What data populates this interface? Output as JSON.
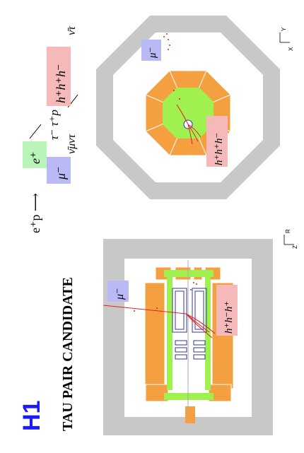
{
  "logo": "H1",
  "title": "TAU PAIR CANDIDATE",
  "reaction": {
    "initial": "e⁺p ⟶",
    "scattered_lepton": "e⁺",
    "tau_pair": "τ⁻  τ⁺p",
    "tau_minus_decay": "ν̄μντ",
    "tau_plus_decay": "ν̄τ",
    "muon_box": "μ⁻",
    "hadron_box": "h⁺h⁺h⁻"
  },
  "side_view": {
    "muon_label": "μ⁻",
    "hadron_label": "h⁺h⁻h⁺",
    "axis_labels": [
      "R",
      "Z"
    ]
  },
  "radial_view": {
    "muon_label": "μ⁻",
    "hadron_label": "h⁺h⁺h⁻",
    "axis_labels": [
      "Y",
      "X"
    ]
  },
  "colors": {
    "muon_box": "#b9b9f5",
    "hadron_box": "#f5b9b9",
    "electron_box": "#b9f5b9",
    "iron": "#c8c8c8",
    "calorimeter": "#f5a040",
    "tracker": "#a0f050",
    "track": "#e02020",
    "logo": "#1a1aff"
  }
}
